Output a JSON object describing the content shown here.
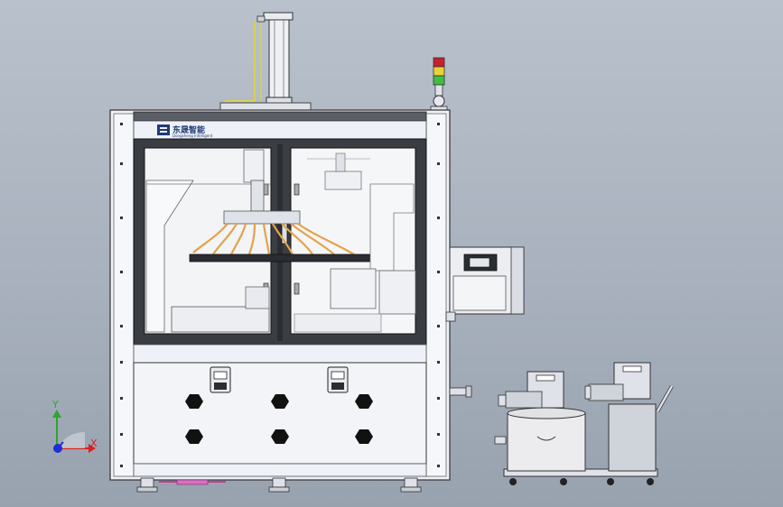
{
  "model_view": {
    "brand": {
      "name": "东晟智能",
      "subtitle": "Dongsheng Intelligent"
    },
    "triad": {
      "x_label": "X",
      "y_label": "Y",
      "colors": {
        "x": "#d82020",
        "y": "#2ea52e",
        "z": "#1b2fd6"
      }
    },
    "colors": {
      "background": "#a8b1bd",
      "frame": "#eef1f7",
      "window_frame": "#3a3d42",
      "glass": "#f2f4f6",
      "hex_holes": "#111111",
      "signal_red": "#c8202a",
      "signal_yellow": "#e8d23a",
      "signal_green": "#3fbf3f",
      "tubes": "#e5a24a",
      "logo_blue": "#1f3a78"
    }
  }
}
